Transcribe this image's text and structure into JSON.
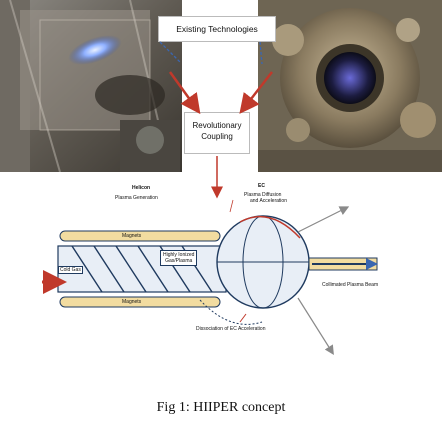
{
  "top_boxes": {
    "existing": "Existing Technologies",
    "revolutionary_line1": "Revolutionary",
    "revolutionary_line2": "Coupling"
  },
  "diagram": {
    "helicon_title": "Helicon",
    "helicon_sub": "Plasma Generation",
    "ec_title": "EC",
    "ec_sub1": "Plasma Diffusion",
    "ec_sub2": "and Acceleration",
    "magnets_top": "Magnets",
    "magnets_bottom": "Magnets",
    "cold_gas": "Cold Gas",
    "ionized_line1": "Highly Ionized",
    "ionized_line2": "Gas/Plasma",
    "beam": "Collimated Plasma Beam",
    "dissociation": "Dissociation of EC Acceleration"
  },
  "caption": "Fig 1: HIIPER concept",
  "colors": {
    "outline": "#1f3a5f",
    "magnet_fill": "#f2dca0",
    "gas_arrow": "#c0392b",
    "arrow_red": "#c0392b",
    "arrow_grey": "#8a8a8a",
    "dash_blue": "#3a66b0"
  }
}
